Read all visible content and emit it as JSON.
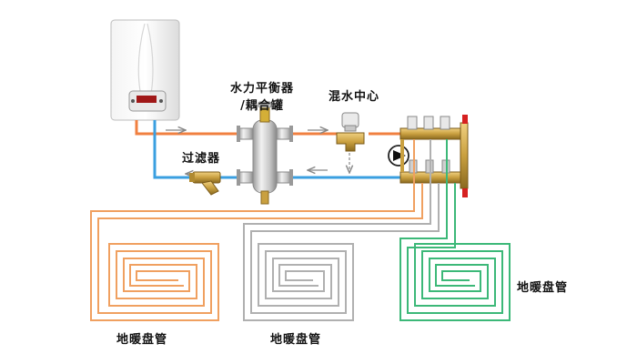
{
  "labels": {
    "separator_line1": "水力平衡器",
    "separator_line2": "/耦合罐",
    "mixing_center": "混水中心",
    "filter": "过滤器",
    "floor_coil_left": "地暖盘管",
    "floor_coil_middle": "地暖盘管",
    "floor_coil_right": "地暖盘管"
  },
  "colors": {
    "supply_pipe": "#f08040",
    "return_pipe": "#3a9fe0",
    "coil_orange": "#f0a060",
    "coil_gray": "#b0b0b0",
    "coil_green": "#3cb878",
    "brass": "#c9a040",
    "steel": "#c8c8c8"
  }
}
